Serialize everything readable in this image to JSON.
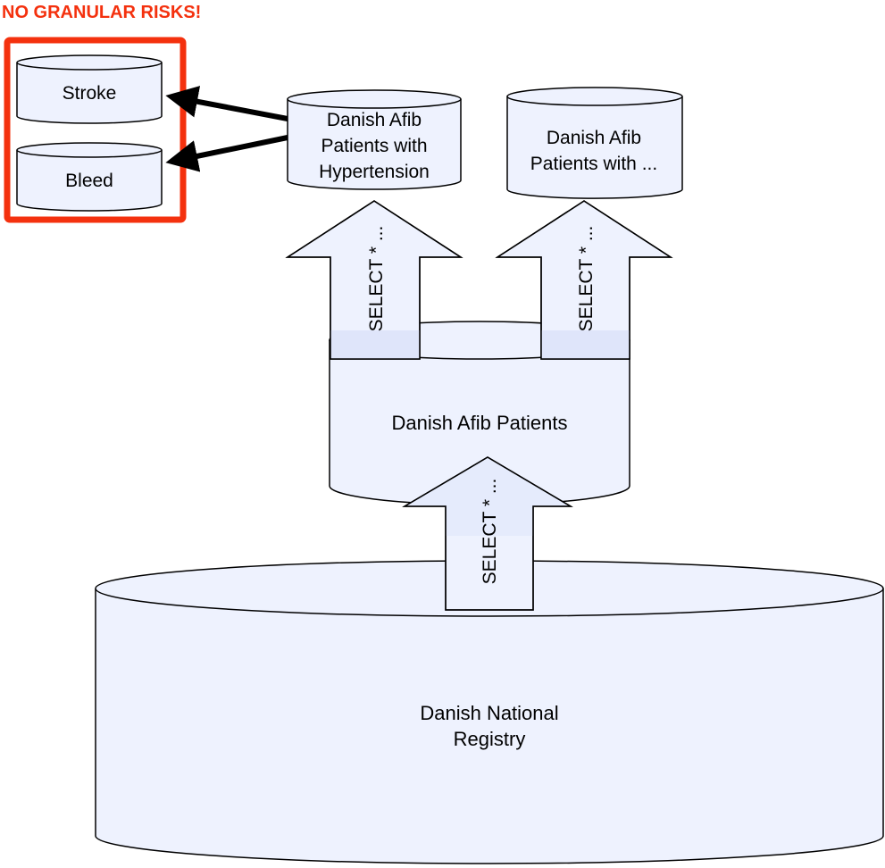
{
  "warning": "NO GRANULAR RISKS!",
  "nodes": {
    "stroke": "Stroke",
    "bleed": "Bleed",
    "hypertension": [
      "Danish Afib",
      "Patients with",
      "Hypertension"
    ],
    "other": [
      "Danish Afib",
      "Patients with ..."
    ],
    "afib": "Danish Afib Patients",
    "registry": [
      "Danish National",
      "Registry"
    ]
  },
  "queries": {
    "left": "SELECT * ...",
    "right": "SELECT * ...",
    "bottom": "SELECT * ..."
  },
  "colors": {
    "highlight": "#f4310e",
    "node_fill": "#eef2fe"
  }
}
